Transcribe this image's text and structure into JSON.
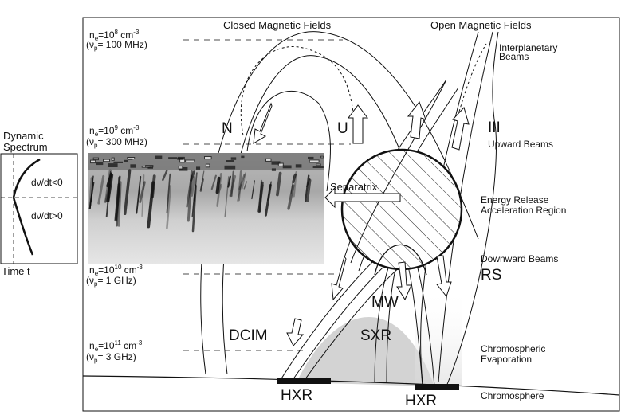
{
  "inset": {
    "title_line1": "Dynamic",
    "title_line2": "Spectrum",
    "neg_drift": "dν/dt<0",
    "pos_drift": "dν/dt>0",
    "xlabel": "Time t"
  },
  "top": {
    "closed": "Closed Magnetic Fields",
    "open": "Open Magnetic Fields"
  },
  "density": [
    {
      "ne": "n",
      "sub": "e",
      "val": "=10",
      "exp": "8",
      "unit": " cm",
      "uexp": "-3",
      "freq": "(ν",
      "fsub": "p",
      "fval": "= 100 MHz)"
    },
    {
      "ne": "n",
      "sub": "e",
      "val": "=10",
      "exp": "9",
      "unit": " cm",
      "uexp": "-3",
      "freq": "(ν",
      "fsub": "p",
      "fval": "= 300 MHz)"
    },
    {
      "ne": "n",
      "sub": "e",
      "val": "=10",
      "exp": "10",
      "unit": " cm",
      "uexp": "-3",
      "freq": "(ν",
      "fsub": "p",
      "fval": "= 1 GHz)"
    },
    {
      "ne": "n",
      "sub": "e",
      "val": "=10",
      "exp": "11",
      "unit": " cm",
      "uexp": "-3",
      "freq": "(ν",
      "fsub": "p",
      "fval": "= 3 GHz)"
    }
  ],
  "right": {
    "interplanetary1": "Interplanetary",
    "interplanetary2": "Beams",
    "iii": "III",
    "upward": "Upward Beams",
    "energy1": "Energy Release",
    "energy2": "Acceleration Region",
    "downward": "Downward Beams",
    "rs": "RS",
    "chromo1": "Chromospheric",
    "chromo2": "Evaporation",
    "chromosphere": "Chromosphere"
  },
  "labels": {
    "n": "N",
    "u": "U",
    "separatrix": "Separatrix",
    "mw": "MW",
    "sxr": "SXR",
    "dcim": "DCIM",
    "hxr_left": "HXR",
    "hxr_right": "HXR"
  }
}
